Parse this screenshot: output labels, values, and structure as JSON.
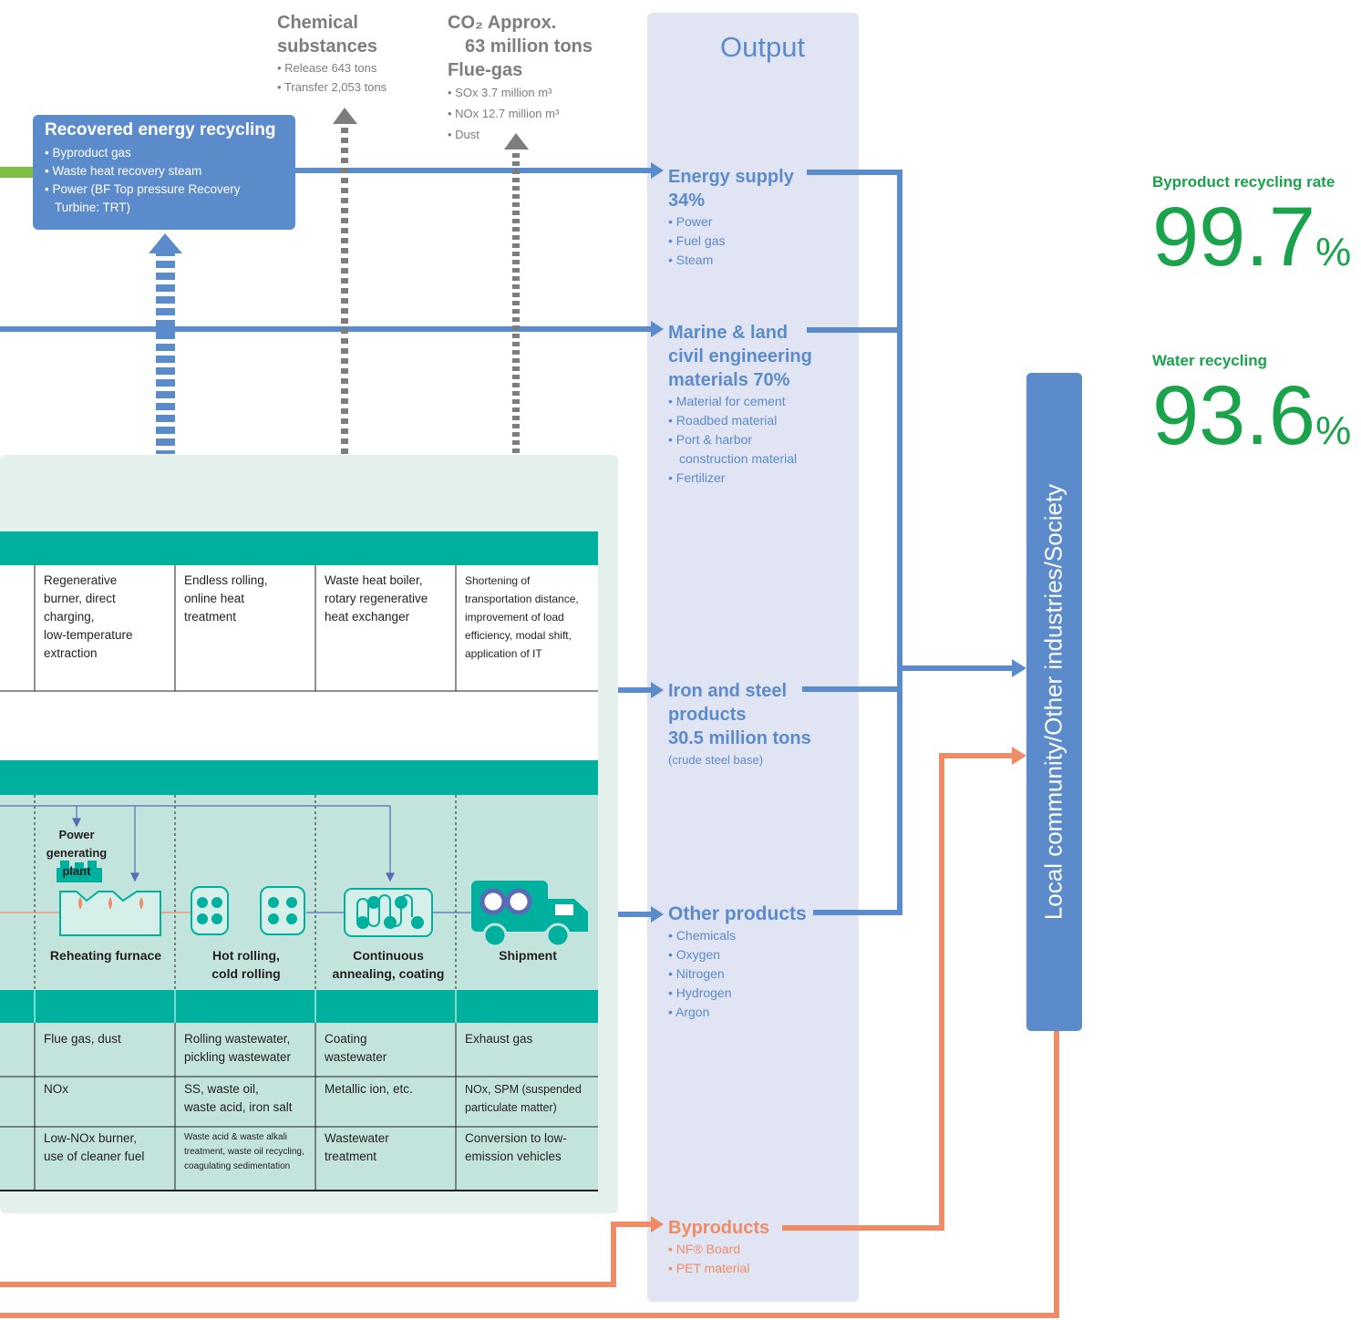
{
  "output": {
    "title": "Output",
    "energy_supply": {
      "title_line1": "Energy supply",
      "title_line2": "34%",
      "items": [
        "• Power",
        "• Fuel gas",
        "• Steam"
      ]
    },
    "marine": {
      "title_line1": "Marine & land",
      "title_line2": "civil engineering",
      "title_line3": "materials 70%",
      "items": [
        "• Material for cement",
        "• Roadbed material",
        "• Port & harbor",
        "construction material",
        "• Fertilizer"
      ]
    },
    "iron_steel": {
      "title_line1": "Iron and steel",
      "title_line2": "products",
      "title_line3": "30.5 million tons",
      "note": "(crude steel base)"
    },
    "other_products": {
      "title": "Other products",
      "items": [
        "• Chemicals",
        "• Oxygen",
        "• Nitrogen",
        "• Hydrogen",
        "• Argon"
      ]
    },
    "byproducts": {
      "title": "Byproducts",
      "items": [
        "• NF® Board",
        "• PET material"
      ]
    }
  },
  "emissions": {
    "chemical": {
      "title_line1": "Chemical",
      "title_line2": "substances",
      "items": [
        "• Release   643 tons",
        "• Transfer 2,053 tons"
      ]
    },
    "co2": {
      "title_line1": "CO₂ Approx.",
      "title_line2": "63 million tons",
      "flue_title": "Flue-gas",
      "items": [
        "• SOx   3.7 million m³",
        "• NOx  12.7 million m³",
        "• Dust"
      ]
    }
  },
  "recovered": {
    "title": "Recovered energy recycling",
    "items": [
      "• Byproduct gas",
      "• Waste heat recovery steam",
      "• Power (BF Top pressure Recovery",
      "Turbine: TRT)"
    ]
  },
  "measures_top": [
    {
      "text": "Regenerative\nburner, direct\ncharging,\nlow-temperature\nextraction"
    },
    {
      "text": "Endless rolling,\nonline heat\ntreatment"
    },
    {
      "text": "Waste heat boiler,\nrotary regenerative\nheat exchanger"
    },
    {
      "text": "Shortening of\ntransportation distance,\nimprovement of load\nefficiency, modal shift,\napplication of IT"
    }
  ],
  "processes": {
    "power_plant": "Power generating\nplant",
    "reheating": "Reheating furnace",
    "rolling": "Hot rolling,\ncold rolling",
    "annealing": "Continuous\nannealing, coating",
    "shipment": "Shipment"
  },
  "bottom_rows": [
    [
      "Flue gas, dust",
      "Rolling wastewater,\npickling wastewater",
      "Coating\nwastewater",
      "Exhaust gas"
    ],
    [
      "NOx",
      "SS, waste oil,\nwaste acid, iron salt",
      "Metallic ion, etc.",
      "NOx, SPM (suspended\nparticulate matter)"
    ],
    [
      "Low-NOx burner,\nuse of cleaner fuel",
      "Waste acid & waste alkali\ntreatment, waste oil recycling,\ncoagulating sedimentation",
      "Wastewater\ntreatment",
      "Conversion to low-\nemission vehicles"
    ]
  ],
  "community": {
    "label": "Local community/Other industries/Society"
  },
  "rates": {
    "byproduct_label": "Byproduct recycling rate",
    "byproduct_value": "99.7",
    "water_label": "Water recycling",
    "water_value": "93.6",
    "unit": "%"
  },
  "colors": {
    "blue": "#5b8bcb",
    "orange": "#ef8c68",
    "green": "#1aa34a",
    "teal": "#00b09e",
    "gray": "#7d7d7d"
  }
}
